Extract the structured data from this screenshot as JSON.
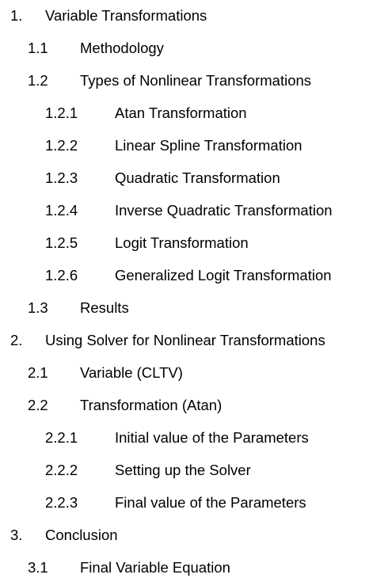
{
  "toc": [
    {
      "num": "1.",
      "title": "Variable Transformations",
      "level": 1
    },
    {
      "num": "1.1",
      "title": "Methodology",
      "level": 2
    },
    {
      "num": "1.2",
      "title": "Types of Nonlinear Transformations",
      "level": 2
    },
    {
      "num": "1.2.1",
      "title": "Atan Transformation",
      "level": 3
    },
    {
      "num": "1.2.2",
      "title": "Linear Spline Transformation",
      "level": 3
    },
    {
      "num": "1.2.3",
      "title": "Quadratic Transformation",
      "level": 3
    },
    {
      "num": "1.2.4",
      "title": "Inverse Quadratic Transformation",
      "level": 3
    },
    {
      "num": "1.2.5",
      "title": "Logit Transformation",
      "level": 3
    },
    {
      "num": "1.2.6",
      "title": "Generalized Logit Transformation",
      "level": 3
    },
    {
      "num": "1.3",
      "title": "Results",
      "level": 2
    },
    {
      "num": "2.",
      "title": "Using Solver for Nonlinear Transformations",
      "level": 1
    },
    {
      "num": "2.1",
      "title": "Variable (CLTV)",
      "level": 2
    },
    {
      "num": "2.2",
      "title": "Transformation (Atan)",
      "level": 2
    },
    {
      "num": "2.2.1",
      "title": "Initial value of the Parameters",
      "level": 3
    },
    {
      "num": "2.2.2",
      "title": "Setting up the Solver",
      "level": 3
    },
    {
      "num": "2.2.3",
      "title": "Final value of the Parameters",
      "level": 3
    },
    {
      "num": "3.",
      "title": "Conclusion",
      "level": 1
    },
    {
      "num": "3.1",
      "title": "Final Variable Equation",
      "level": 2
    }
  ]
}
